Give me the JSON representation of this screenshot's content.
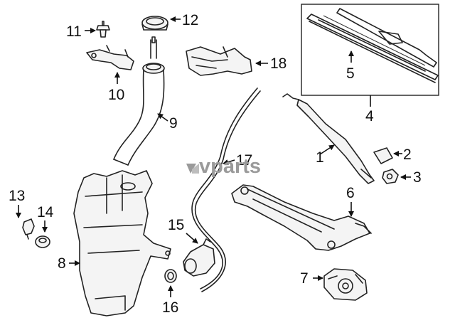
{
  "watermark": {
    "brand": "vparts",
    "logo_icon": "vparts-logo-icon"
  },
  "callouts": {
    "c1": "1",
    "c2": "2",
    "c3": "3",
    "c4": "4",
    "c5": "5",
    "c6": "6",
    "c7": "7",
    "c8": "8",
    "c9": "9",
    "c10": "10",
    "c11": "11",
    "c12": "12",
    "c13": "13",
    "c14": "14",
    "c15": "15",
    "c16": "16",
    "c17": "17",
    "c18": "18"
  }
}
